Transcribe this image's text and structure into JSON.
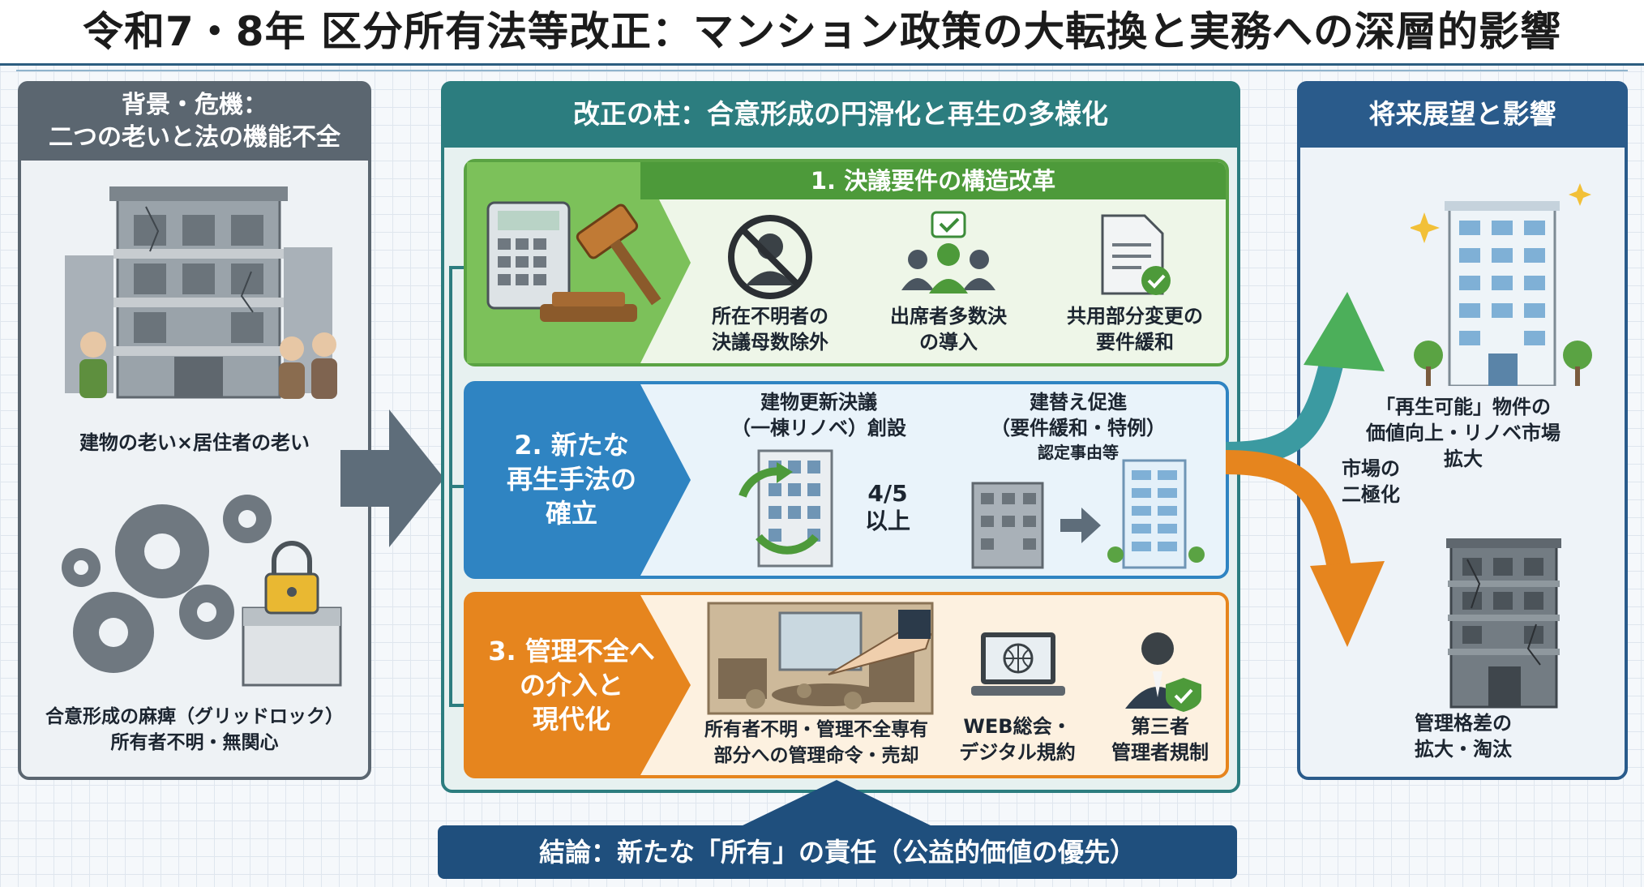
{
  "title": "令和7・8年 区分所有法等改正：マンション政策の大転換と実務への深層的影響",
  "left": {
    "header": [
      "背景・危機：",
      "二つの老いと法の機能不全"
    ],
    "caption1": "建物の老い×居住者の老い",
    "caption2": [
      "合意形成の麻痺（グリッドロック）",
      "所有者不明・無関心"
    ]
  },
  "center": {
    "header": "改正の柱：合意形成の円滑化と再生の多様化",
    "pillar1": {
      "title": "1. 決議要件の構造改革",
      "items": [
        [
          "所在不明者の",
          "決議母数除外"
        ],
        [
          "出席者多数決",
          "の導入"
        ],
        [
          "共用部分変更の",
          "要件緩和"
        ]
      ]
    },
    "pillar2": {
      "label": [
        "2. 新たな",
        "再生手法の",
        "確立"
      ],
      "renew": [
        "建物更新決議",
        "（一棟リノベ）創設"
      ],
      "ratio": [
        "4/5",
        "以上"
      ],
      "rebuild": [
        "建替え促進",
        "（要件緩和・特例）",
        "認定事由等"
      ]
    },
    "pillar3": {
      "label": [
        "3. 管理不全へ",
        "の介入と",
        "現代化"
      ],
      "items": [
        [
          "所有者不明・管理不全専有",
          "部分への管理命令・売却"
        ],
        [
          "WEB総会・",
          "デジタル規約"
        ],
        [
          "第三者",
          "管理者規制"
        ]
      ]
    }
  },
  "right": {
    "header": "将来展望と影響",
    "up": [
      "「再生可能」物件の",
      "価値向上・リノベ市場",
      "拡大"
    ],
    "mid": [
      "市場の",
      "二極化"
    ],
    "down": [
      "管理格差の",
      "拡大・淘汰"
    ]
  },
  "conclusion": "結論：新たな「所有」の責任（公益的価値の優先）",
  "colors": {
    "slate": "#5b6670",
    "teal": "#2c7d7f",
    "navy": "#2a5b8b",
    "green": "#4d9a3a",
    "blue": "#2f84c2",
    "orange": "#e6851e"
  }
}
